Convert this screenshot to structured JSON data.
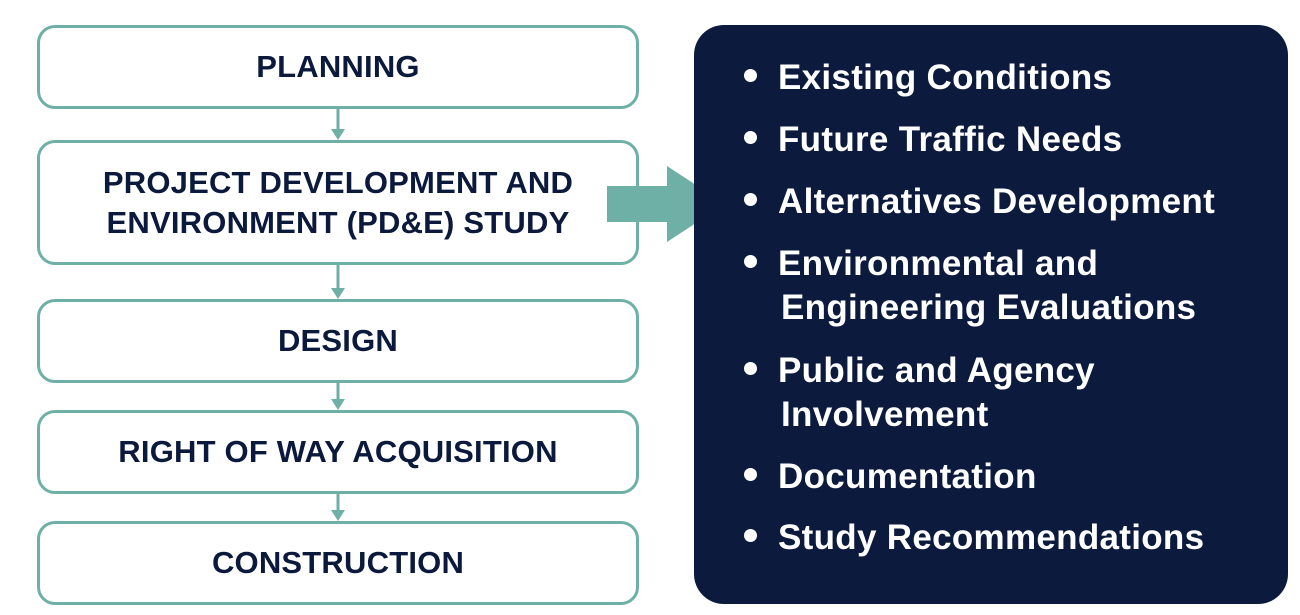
{
  "colors": {
    "stage_border": "#6fb0a6",
    "stage_text": "#0b1a3c",
    "panel_background": "#0c1b3d",
    "panel_text": "#ffffff",
    "arrow": "#6fb0a6"
  },
  "stages": [
    {
      "lines": [
        "PLANNING"
      ]
    },
    {
      "lines": [
        "PROJECT DEVELOPMENT AND",
        "ENVIRONMENT (PD&E) STUDY"
      ]
    },
    {
      "lines": [
        "DESIGN"
      ]
    },
    {
      "lines": [
        "RIGHT OF WAY ACQUISITION"
      ]
    },
    {
      "lines": [
        "CONSTRUCTION"
      ]
    }
  ],
  "study_items": [
    {
      "lines": [
        "Existing Conditions"
      ]
    },
    {
      "lines": [
        "Future Traffic Needs"
      ]
    },
    {
      "lines": [
        "Alternatives Development"
      ]
    },
    {
      "lines": [
        "Environmental and",
        "Engineering Evaluations"
      ]
    },
    {
      "lines": [
        "Public and Agency",
        "Involvement"
      ]
    },
    {
      "lines": [
        "Documentation"
      ]
    },
    {
      "lines": [
        "Study Recommendations"
      ]
    }
  ]
}
